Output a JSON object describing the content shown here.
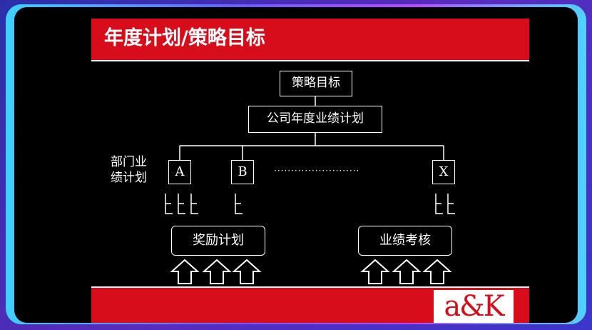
{
  "slide": {
    "title": "年度计划/策略目标",
    "strategy_box": "策略目标",
    "company_plan_box": "公司年度业绩计划",
    "dept_label_line1": "部门业",
    "dept_label_line2": "绩计划",
    "departments": [
      "A",
      "B",
      "X"
    ],
    "dots": "·························",
    "reward_plan": "奖励计划",
    "performance_review": "业绩考核",
    "logo_text": "a&K"
  },
  "colors": {
    "slide_red": "#d80d1b",
    "slide_bg": "#000000"
  }
}
